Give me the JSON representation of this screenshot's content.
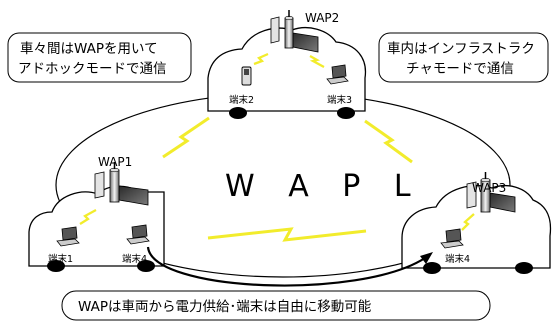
{
  "callouts": {
    "left": [
      "車々間はWAPを用いて",
      "アドホックモードで通信"
    ],
    "right": [
      "車内はインフラストラク",
      "チャモードで通信"
    ],
    "bottom": "WAPは車両から電力供給･端末は自由に移動可能"
  },
  "network_label": "W A P L",
  "vehicles": [
    {
      "wap": "WAP2",
      "terminals": [
        "端末2",
        "端末3"
      ]
    },
    {
      "wap": "WAP1",
      "terminals": [
        "端末1",
        "端末4"
      ]
    },
    {
      "wap": "WAP3",
      "terminals": [
        "端末4"
      ]
    }
  ],
  "colors": {
    "lightning": "#f2ec2c",
    "outline": "#000000",
    "antenna": "#555555"
  }
}
